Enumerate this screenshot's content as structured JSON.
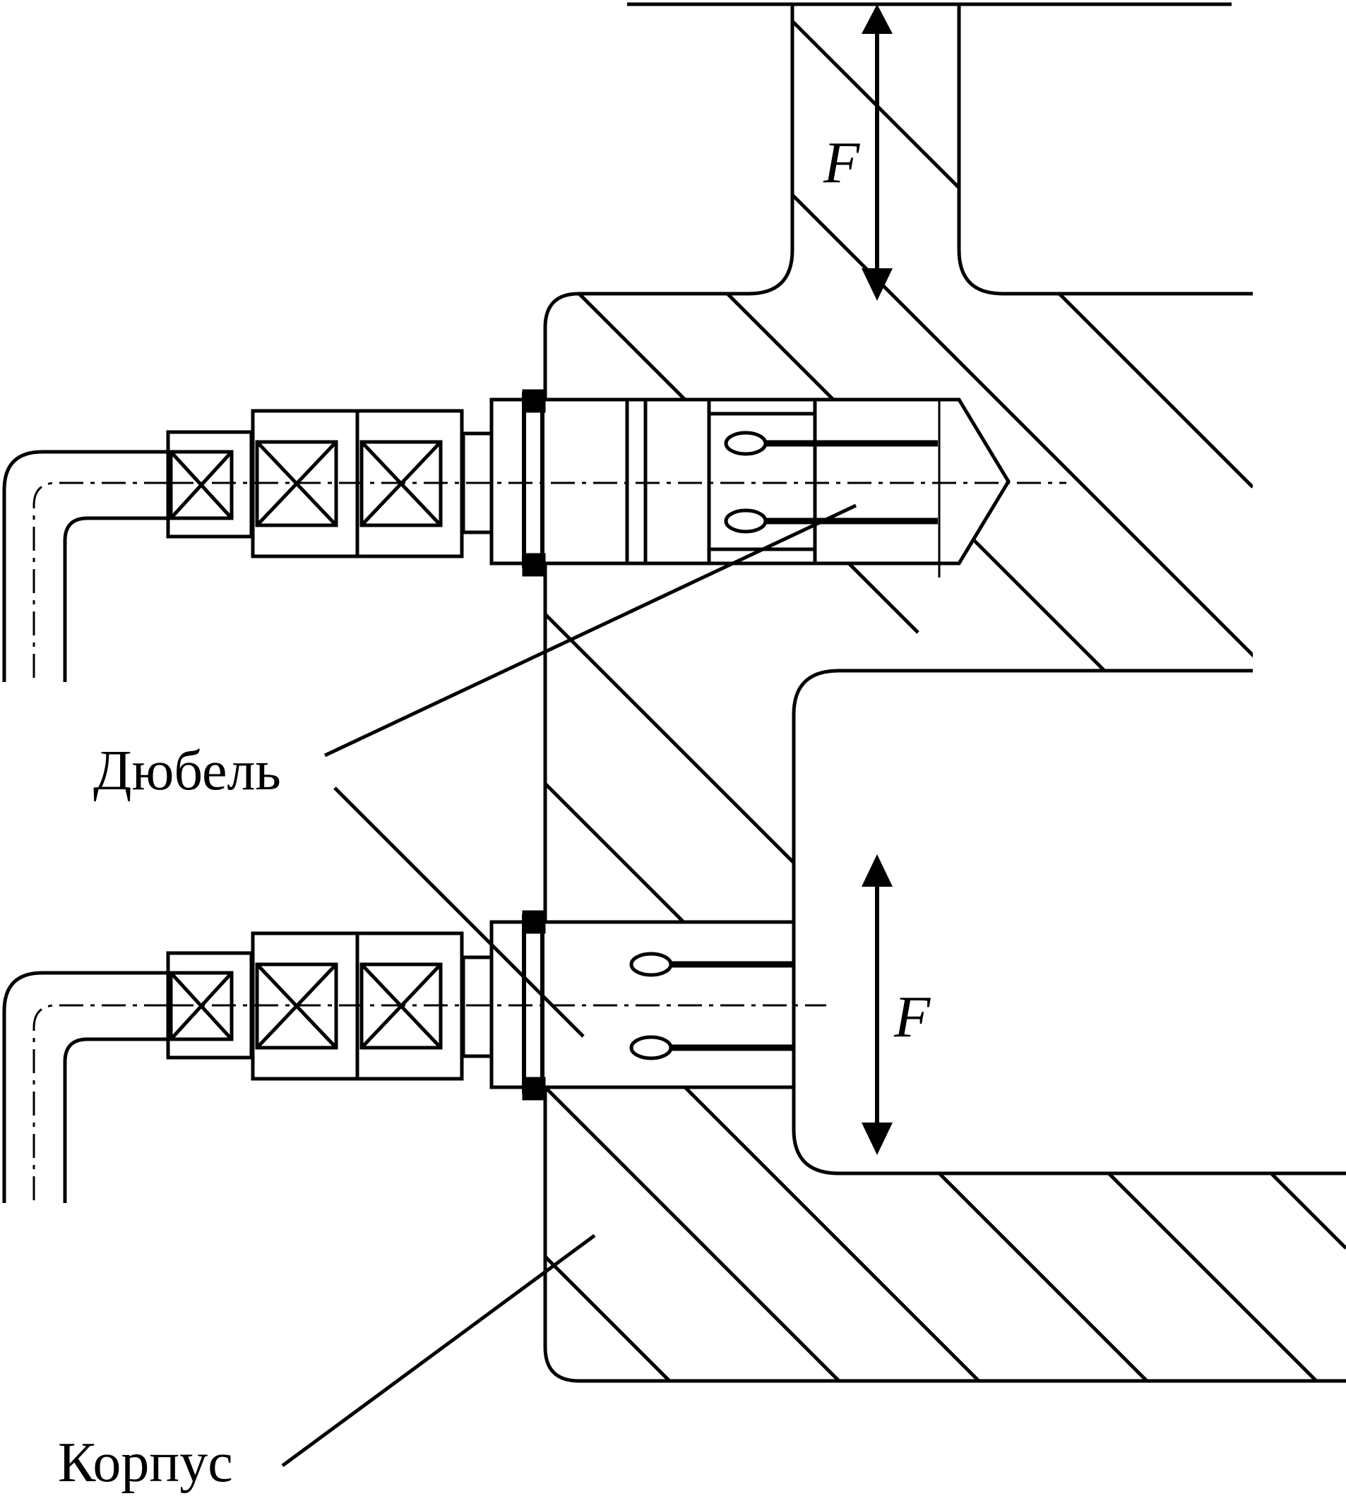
{
  "labels": {
    "force_top": "F",
    "force_bottom": "F",
    "dowel": "Дюбель",
    "housing": "Корпус"
  },
  "colors": {
    "line": "#000000",
    "background": "#ffffff"
  },
  "icons": {
    "force_arrow": "double-headed-arrow",
    "sensor_coil": "crossed-box"
  }
}
